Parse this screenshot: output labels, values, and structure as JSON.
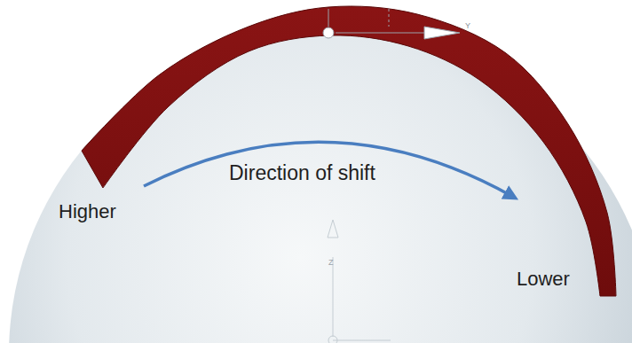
{
  "diagram": {
    "labels": [
      "Higher",
      "Direction of shift",
      "Lower",
      "Y",
      "Z"
    ]
  }
}
